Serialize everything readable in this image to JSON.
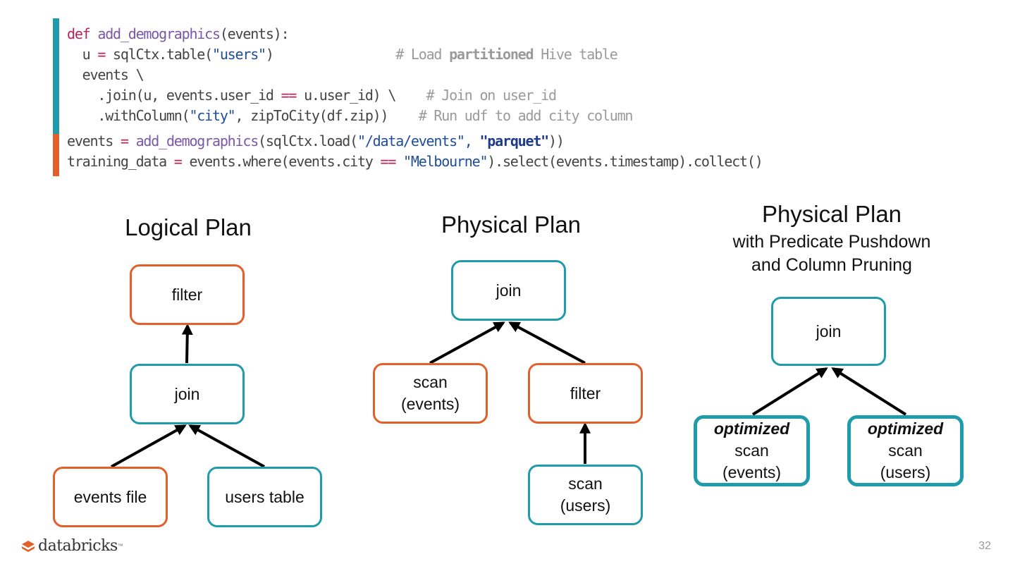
{
  "code": {
    "lines": [
      [
        {
          "t": "kw",
          "v": "def"
        },
        {
          "t": "fn",
          "v": " add_demographics"
        },
        {
          "t": "",
          "v": "(events):"
        }
      ],
      [
        {
          "t": "",
          "v": "  u "
        },
        {
          "t": "op",
          "v": "="
        },
        {
          "t": "",
          "v": " sqlCtx.table("
        },
        {
          "t": "str",
          "v": "\"users\""
        },
        {
          "t": "",
          "v": ")                "
        },
        {
          "t": "cm",
          "v": "# Load "
        },
        {
          "t": "cmb",
          "v": "partitioned"
        },
        {
          "t": "cm",
          "v": " Hive table"
        }
      ],
      [
        {
          "t": "",
          "v": "  events \\"
        }
      ],
      [
        {
          "t": "",
          "v": "    .join(u, events.user_id "
        },
        {
          "t": "op",
          "v": "=="
        },
        {
          "t": "",
          "v": " u.user_id) \\    "
        },
        {
          "t": "cm",
          "v": "# Join on user_id"
        }
      ],
      [
        {
          "t": "",
          "v": "    .withColumn("
        },
        {
          "t": "str",
          "v": "\"city\""
        },
        {
          "t": "",
          "v": ", zipToCity(df.zip))    "
        },
        {
          "t": "cm",
          "v": "# Run udf to add city column"
        }
      ],
      [
        {
          "t": "",
          "v": "events "
        },
        {
          "t": "op",
          "v": "="
        },
        {
          "t": "fn",
          "v": " add_demographics"
        },
        {
          "t": "",
          "v": "(sqlCtx.load("
        },
        {
          "t": "str",
          "v": "\"/data/events\", "
        },
        {
          "t": "strb",
          "v": "\"parquet\""
        },
        {
          "t": "",
          "v": "))"
        }
      ],
      [
        {
          "t": "",
          "v": "training_data "
        },
        {
          "t": "op",
          "v": "="
        },
        {
          "t": "",
          "v": " events.where(events.city "
        },
        {
          "t": "op",
          "v": "=="
        },
        {
          "t": "str",
          "v": " \"Melbourne\""
        },
        {
          "t": "",
          "v": ").select(events.timestamp).collect()"
        }
      ]
    ]
  },
  "logical_plan": {
    "title": "Logical Plan",
    "filter": "filter",
    "join": "join",
    "events_file": "events file",
    "users_table": "users table"
  },
  "physical_plan": {
    "title": "Physical Plan",
    "join": "join",
    "scan_events": [
      "scan",
      "(events)"
    ],
    "filter": "filter",
    "scan_users": [
      "scan",
      "(users)"
    ]
  },
  "optimized_plan": {
    "title": "Physical Plan",
    "subtitle_1": "with Predicate Pushdown",
    "subtitle_2": "and Column Pruning",
    "join": "join",
    "opt_events": [
      "optimized",
      "scan",
      "(events)"
    ],
    "opt_users": [
      "optimized",
      "scan",
      "(users)"
    ]
  },
  "footer": {
    "logo_text": "databricks",
    "page_number": "32"
  },
  "colors": {
    "orange": "#e35f2b",
    "teal": "#1f9bab"
  }
}
